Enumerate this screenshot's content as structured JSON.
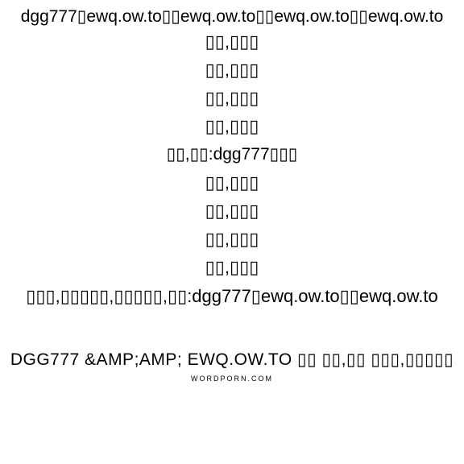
{
  "lines": [
    "dgg777▯ewq.ow.to▯▯ewq.ow.to▯▯ewq.ow.to▯▯ewq.ow.to",
    "▯▯,▯▯▯",
    "▯▯,▯▯▯",
    "▯▯,▯▯▯",
    "▯▯,▯▯▯",
    "▯▯,▯▯:dgg777▯▯▯",
    "▯▯,▯▯▯",
    "▯▯,▯▯▯",
    "▯▯,▯▯▯",
    "▯▯,▯▯▯",
    "▯▯▯,▯▯▯▯▯,▯▯▯▯▯,▯▯:dgg777▯ewq.ow.to▯▯ewq.ow.to",
    "DGG777 &AMP;AMP; EWQ.OW.TO ▯▯ ▯▯,▯▯ ▯▯▯,▯▯▯▯▯"
  ],
  "credit": "WORDPORN.COM"
}
